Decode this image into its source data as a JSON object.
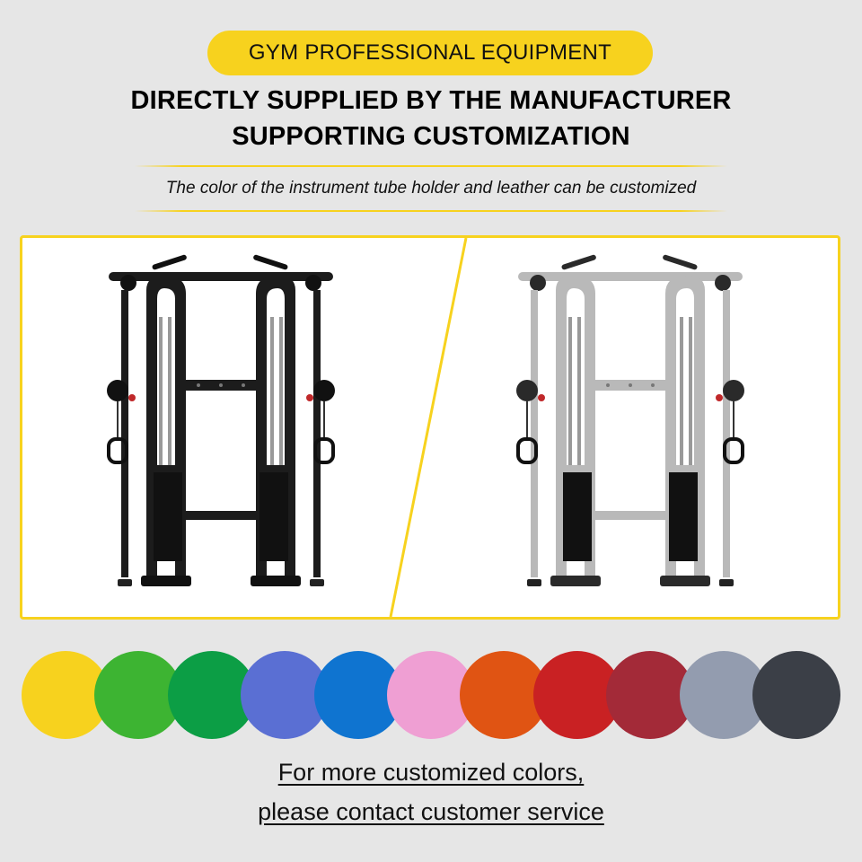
{
  "header": {
    "badge": "GYM PROFESSIONAL EQUIPMENT",
    "headline_line1": "DIRECTLY SUPPLIED BY THE MANUFACTURER",
    "headline_line2": "SUPPORTING CUSTOMIZATION",
    "subline": "The color of the instrument tube holder and leather can be customized"
  },
  "products": [
    {
      "name": "black-frame-machine",
      "frame_color": "#1a1a1a",
      "upholstery_color": "#111111"
    },
    {
      "name": "silver-frame-machine",
      "frame_color": "#b8b8b8",
      "upholstery_color": "#1a1a1a"
    }
  ],
  "accent_color": "#f7d21e",
  "color_swatches": [
    {
      "name": "yellow",
      "color": "#f7d21e"
    },
    {
      "name": "light-green",
      "color": "#3db432"
    },
    {
      "name": "green",
      "color": "#0c9e45"
    },
    {
      "name": "periwinkle",
      "color": "#5a6fd3"
    },
    {
      "name": "blue",
      "color": "#0f74d0"
    },
    {
      "name": "pink",
      "color": "#ef9fd3"
    },
    {
      "name": "orange",
      "color": "#e05413"
    },
    {
      "name": "red",
      "color": "#c92123"
    },
    {
      "name": "burgundy",
      "color": "#a32a38"
    },
    {
      "name": "grey",
      "color": "#939caf"
    },
    {
      "name": "charcoal",
      "color": "#3b3f47"
    }
  ],
  "footer": {
    "line1": "For more customized colors,",
    "line2": "please contact customer service"
  }
}
